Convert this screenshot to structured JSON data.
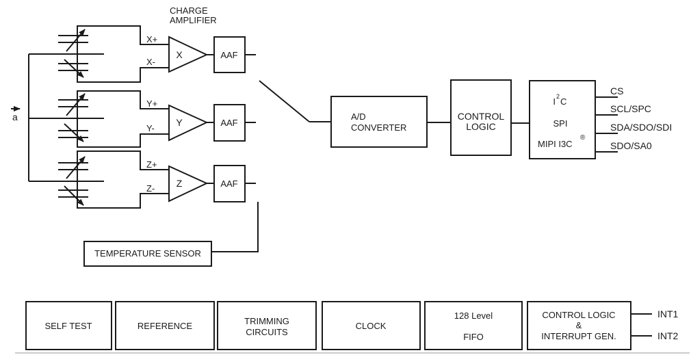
{
  "colors": {
    "line": "#1a1a1a",
    "text": "#1a1a1a",
    "background": "#ffffff",
    "page_edge": "#cccccc"
  },
  "labels": {
    "charge_amplifier_line1": "CHARGE",
    "charge_amplifier_line2": "AMPLIFIER",
    "acceleration": "a",
    "aaf": "AAF",
    "temperature_sensor": "TEMPERATURE SENSOR"
  },
  "cells": [
    {
      "axis": "X",
      "plus": "X+",
      "minus": "X-"
    },
    {
      "axis": "Y",
      "plus": "Y+",
      "minus": "Y-"
    },
    {
      "axis": "Z",
      "plus": "Z+",
      "minus": "Z-"
    }
  ],
  "adc": {
    "line1": "A/D",
    "line2": "CONVERTER"
  },
  "control_logic": {
    "line1": "CONTROL",
    "line2": "LOGIC"
  },
  "serial_interface": {
    "i2c": {
      "base": "I",
      "sup": "2",
      "tail": "C"
    },
    "spi": "SPI",
    "mipi": {
      "text": "MIPI I3C",
      "sup": "®"
    }
  },
  "pins": [
    {
      "label": "CS"
    },
    {
      "label": "SCL/SPC"
    },
    {
      "label": "SDA/SDO/SDI"
    },
    {
      "label": "SDO/SA0"
    }
  ],
  "bottom_row": [
    {
      "lines": [
        "SELF TEST"
      ]
    },
    {
      "lines": [
        "REFERENCE"
      ]
    },
    {
      "lines": [
        "TRIMMING",
        "CIRCUITS"
      ]
    },
    {
      "lines": [
        "CLOCK"
      ]
    },
    {
      "lines": [
        "128 Level",
        "FIFO"
      ]
    },
    {
      "lines": [
        "CONTROL LOGIC",
        "&",
        "INTERRUPT GEN."
      ]
    }
  ],
  "interrupts": [
    {
      "label": "INT1"
    },
    {
      "label": "INT2"
    }
  ]
}
